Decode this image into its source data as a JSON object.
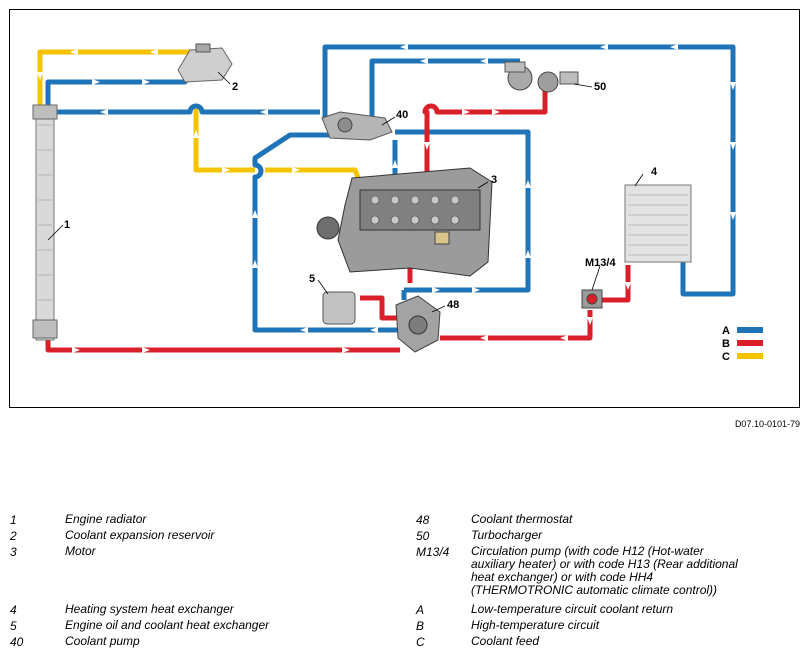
{
  "diagram": {
    "document_ref": "D07.10-0101-79",
    "callouts": {
      "c1": "1",
      "c2": "2",
      "c3": "3",
      "c4": "4",
      "c5": "5",
      "c40": "40",
      "c48": "48",
      "c50": "50",
      "cm134": "M13/4"
    },
    "circuit_keys": [
      {
        "key": "A",
        "color": "#1f74b8"
      },
      {
        "key": "B",
        "color": "#d9202a"
      },
      {
        "key": "C",
        "color": "#f4c400"
      }
    ]
  },
  "legend": {
    "left": [
      {
        "num": "1",
        "text": "Engine radiator"
      },
      {
        "num": "2",
        "text": "Coolant expansion reservoir"
      },
      {
        "num": "3",
        "text": "Motor"
      },
      {
        "num": "4",
        "text": "Heating system heat exchanger"
      },
      {
        "num": "5",
        "text": "Engine oil and coolant heat exchanger"
      },
      {
        "num": "40",
        "text": "Coolant pump"
      }
    ],
    "right": [
      {
        "num": "48",
        "text": "Coolant thermostat"
      },
      {
        "num": "50",
        "text": "Turbocharger"
      },
      {
        "num": "M13/4",
        "text": "Circulation pump (with code H12 (Hot-water auxiliary heater) or with code H13 (Rear additional heat exchanger) or with code HH4 (THERMOTRONIC automatic climate control))"
      },
      {
        "num": "A",
        "text": "Low-temperature circuit coolant return"
      },
      {
        "num": "B",
        "text": "High-temperature circuit"
      },
      {
        "num": "C",
        "text": "Coolant feed"
      }
    ]
  }
}
